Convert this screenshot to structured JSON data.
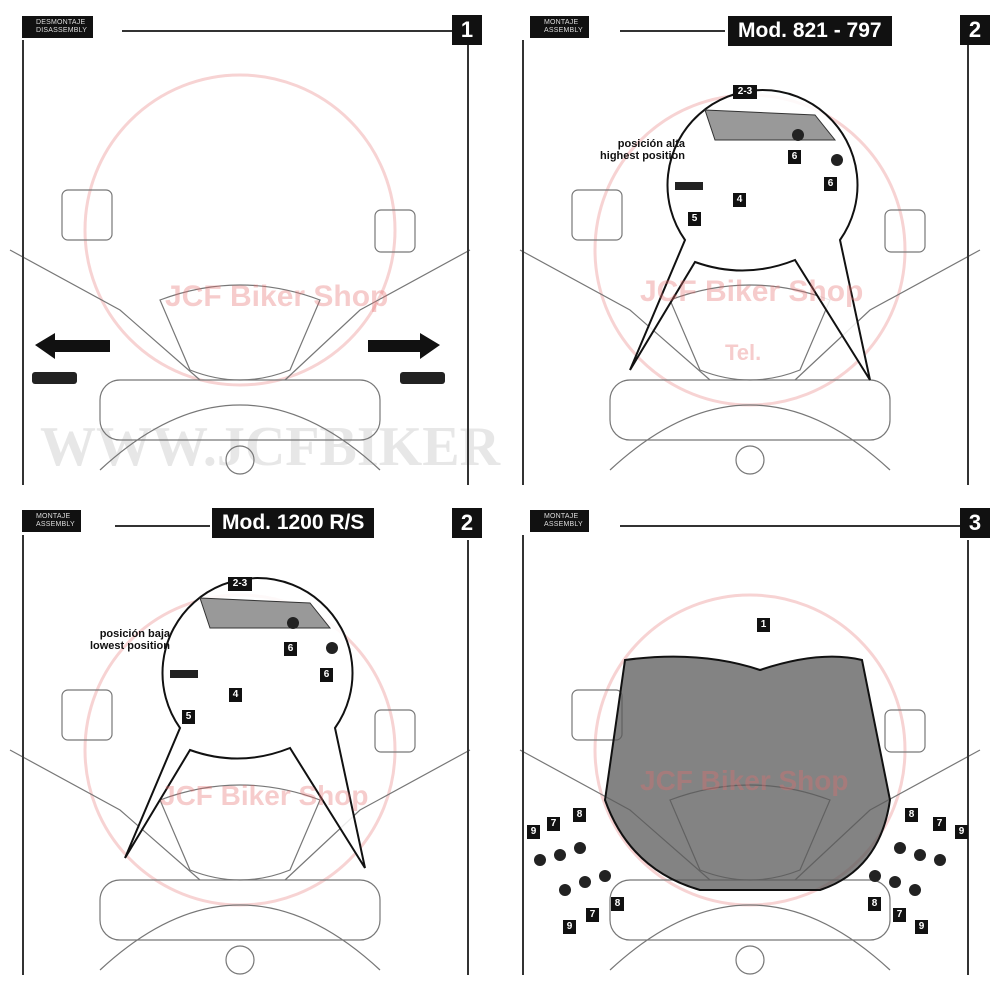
{
  "panels": [
    {
      "tag_line1": "DESMONTAJE",
      "tag_line2": "DISASSEMBLY",
      "step": "1"
    },
    {
      "tag_line1": "MONTAJE",
      "tag_line2": "ASSEMBLY",
      "step": "2",
      "model": "Mod. 821 - 797",
      "position_es": "posición alta",
      "position_en": "highest position",
      "callouts": [
        "2-3",
        "6",
        "6",
        "4",
        "5"
      ]
    },
    {
      "tag_line1": "MONTAJE",
      "tag_line2": "ASSEMBLY",
      "step": "2",
      "model": "Mod. 1200 R/S",
      "position_es": "posición baja",
      "position_en": "lowest position",
      "callouts": [
        "2-3",
        "6",
        "6",
        "4",
        "5"
      ]
    },
    {
      "tag_line1": "MONTAJE",
      "tag_line2": "ASSEMBLY",
      "step": "3",
      "callouts": [
        "1",
        "9",
        "7",
        "8",
        "8",
        "7",
        "9",
        "9",
        "7",
        "8",
        "8",
        "7",
        "9"
      ]
    }
  ],
  "watermark": {
    "shop": "JCF Biker Shop",
    "tel": "Tel.",
    "site": "WWW.JCFBIKER"
  }
}
